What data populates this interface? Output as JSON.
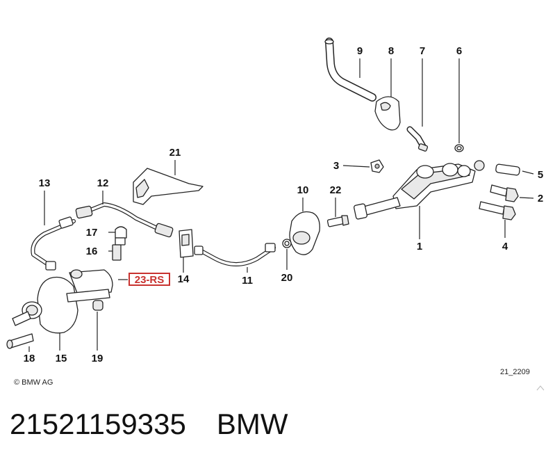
{
  "callouts": {
    "c1": "1",
    "c2": "2",
    "c3": "3",
    "c4": "4",
    "c5": "5",
    "c6": "6",
    "c7": "7",
    "c8": "8",
    "c9": "9",
    "c10": "10",
    "c11": "11",
    "c12": "12",
    "c13": "13",
    "c14": "14",
    "c15": "15",
    "c16": "16",
    "c17": "17",
    "c18": "18",
    "c19": "19",
    "c20": "20",
    "c21": "21",
    "c22": "22",
    "c23": "23-RS"
  },
  "highlight_color": "#c8322f",
  "copyright": "© BMW AG",
  "diagram_id": "21_2209",
  "part_number": "21521159335",
  "brand": "BMW"
}
